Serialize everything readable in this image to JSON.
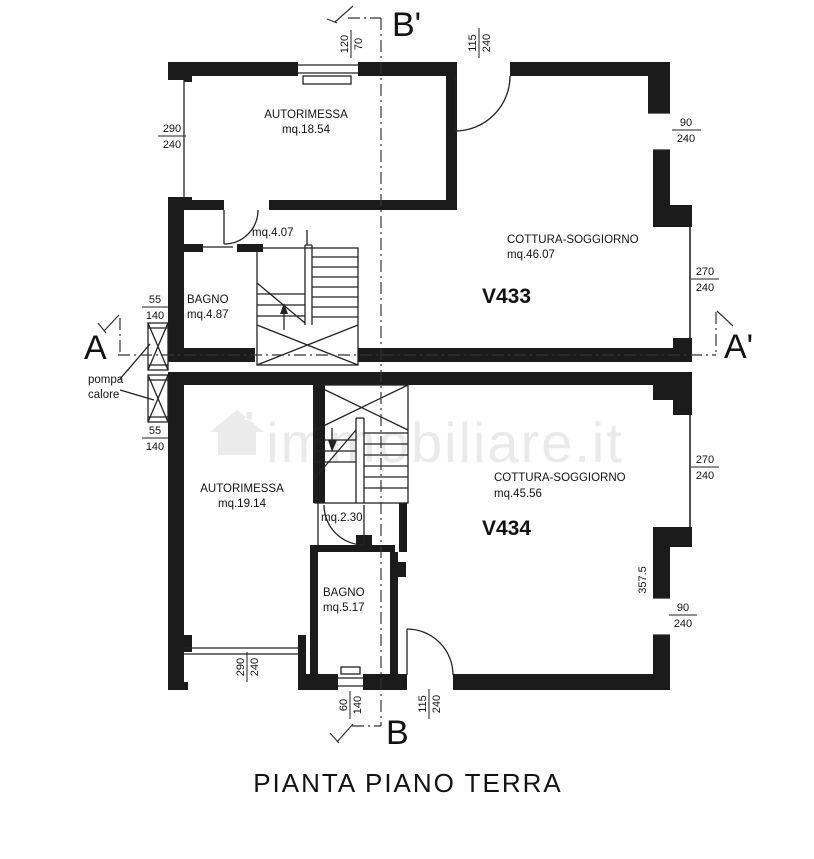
{
  "title": "PIANTA PIANO TERRA",
  "watermark": "immobiliare.it",
  "section_markers": {
    "a": "A",
    "a_prime": "A'",
    "b": "B",
    "b_prime": "B'"
  },
  "units": {
    "v433": {
      "id": "V433",
      "cottura_soggiorno": {
        "name": "COTTURA-SOGGIORNO",
        "area": "mq.46.07"
      },
      "autorimessa": {
        "name": "AUTORIMESSA",
        "area": "mq.18.54"
      },
      "bagno": {
        "name": "BAGNO",
        "area": "mq.4.87"
      },
      "disimpegno_area": "mq.4.07"
    },
    "v434": {
      "id": "V434",
      "cottura_soggiorno": {
        "name": "COTTURA-SOGGIORNO",
        "area": "mq.45.56"
      },
      "autorimessa": {
        "name": "AUTORIMESSA",
        "area": "mq.19.14"
      },
      "bagno": {
        "name": "BAGNO",
        "area": "mq.5.17"
      },
      "disimpegno_area": "mq.2.30"
    }
  },
  "equipment": {
    "heat_pump_label_line1": "pompa",
    "heat_pump_label_line2": "calore"
  },
  "dimensions": {
    "top_garage_window": {
      "num": "120",
      "den": "70"
    },
    "top_entry_door": {
      "num": "115",
      "den": "240"
    },
    "right_upper_window": {
      "num": "90",
      "den": "240"
    },
    "right_upper_french_door": {
      "num": "270",
      "den": "240"
    },
    "left_garage_door": {
      "num": "290",
      "den": "240"
    },
    "left_upper_vent": {
      "num": "55",
      "den": "140"
    },
    "left_lower_vent": {
      "num": "55",
      "den": "140"
    },
    "right_lower_french_door": {
      "num": "270",
      "den": "240"
    },
    "right_wall_length": "357.5",
    "right_lower_window": {
      "num": "90",
      "den": "240"
    },
    "bottom_garage_door": {
      "num": "290",
      "den": "240"
    },
    "bottom_bagno_window": {
      "num": "60",
      "den": "140"
    },
    "bottom_entry_door": {
      "num": "115",
      "den": "240"
    }
  }
}
